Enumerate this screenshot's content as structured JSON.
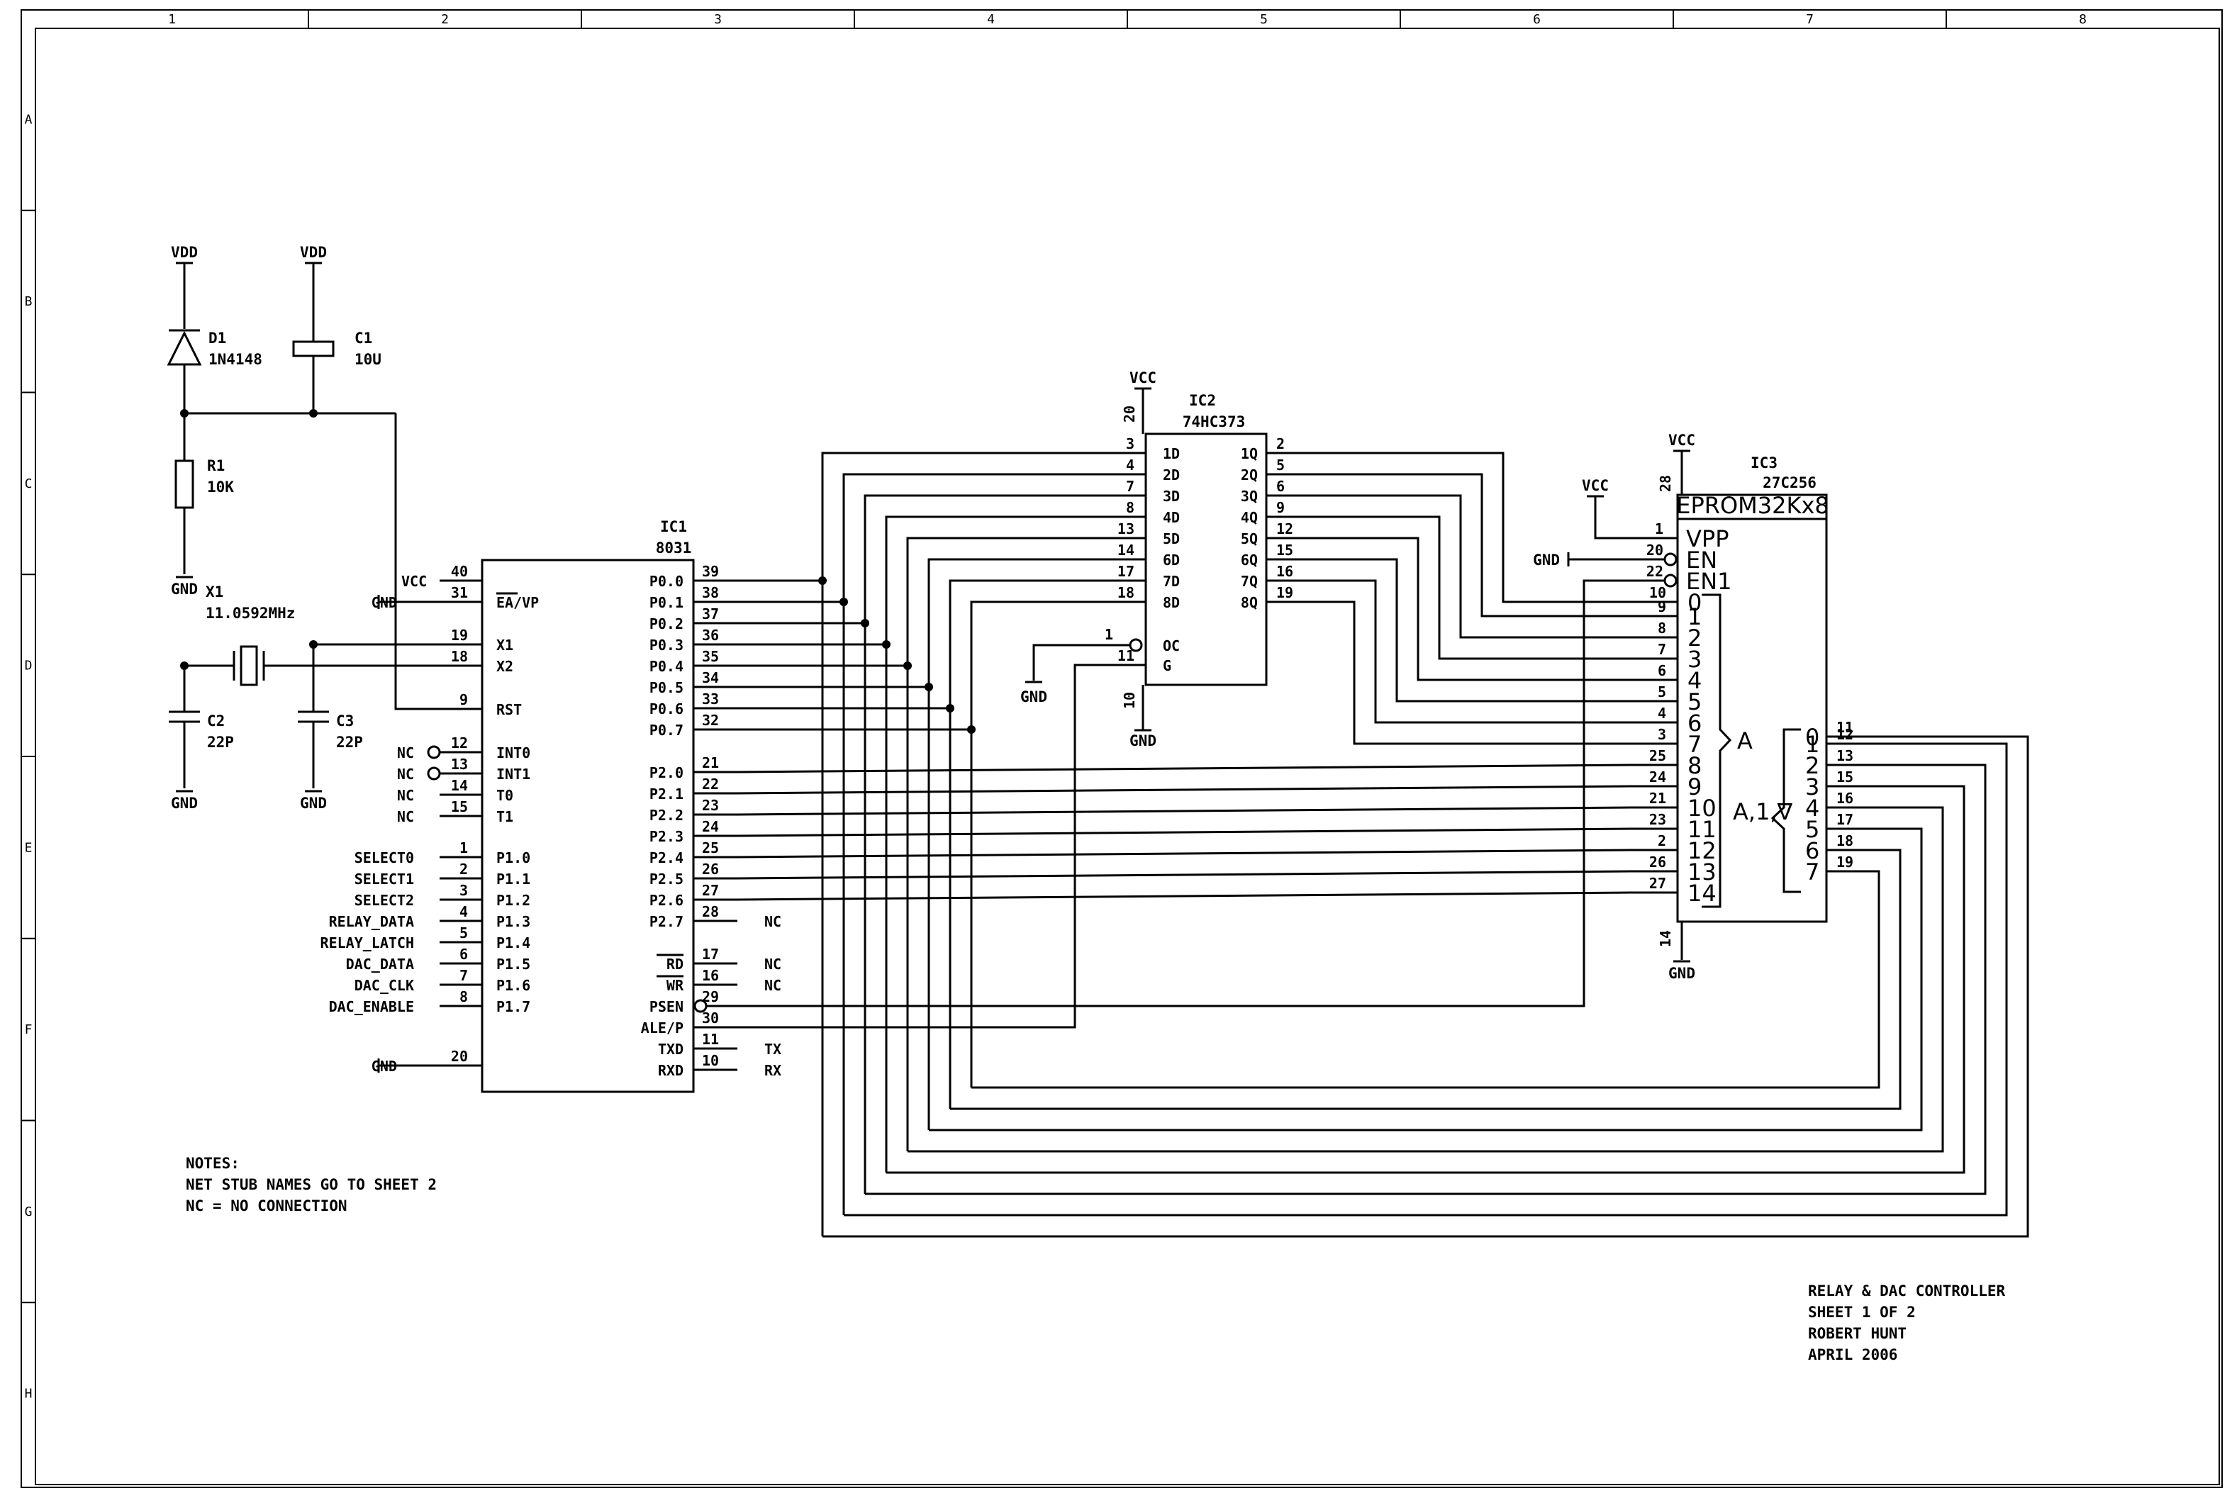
{
  "frame": {
    "columns": [
      "1",
      "2",
      "3",
      "4",
      "5",
      "6",
      "7",
      "8"
    ],
    "rows": [
      "A",
      "B",
      "C",
      "D",
      "E",
      "F",
      "G",
      "H"
    ]
  },
  "parts": {
    "d1": {
      "ref": "D1",
      "value": "1N4148",
      "supply": "VDD"
    },
    "c1": {
      "ref": "C1",
      "value": "10U",
      "supply": "VDD"
    },
    "r1": {
      "ref": "R1",
      "value": "10K",
      "ground": "GND"
    },
    "x1": {
      "ref": "X1",
      "value": "11.0592MHz"
    },
    "c2": {
      "ref": "C2",
      "value": "22P",
      "ground": "GND"
    },
    "c3": {
      "ref": "C3",
      "value": "22P",
      "ground": "GND"
    }
  },
  "ic1": {
    "ref": "IC1",
    "value": "8031",
    "left_pins": [
      {
        "num": "40",
        "name": "",
        "net": "VCC"
      },
      {
        "num": "31",
        "name": "EA/VP",
        "net": "GND"
      },
      {
        "num": "19",
        "name": "X1",
        "net": ""
      },
      {
        "num": "18",
        "name": "X2",
        "net": ""
      },
      {
        "num": "9",
        "name": "RST",
        "net": ""
      },
      {
        "num": "12",
        "name": "INT0",
        "net": "NC"
      },
      {
        "num": "13",
        "name": "INT1",
        "net": "NC"
      },
      {
        "num": "14",
        "name": "T0",
        "net": "NC"
      },
      {
        "num": "15",
        "name": "T1",
        "net": "NC"
      },
      {
        "num": "1",
        "name": "P1.0",
        "net": "SELECT0"
      },
      {
        "num": "2",
        "name": "P1.1",
        "net": "SELECT1"
      },
      {
        "num": "3",
        "name": "P1.2",
        "net": "SELECT2"
      },
      {
        "num": "4",
        "name": "P1.3",
        "net": "RELAY_DATA"
      },
      {
        "num": "5",
        "name": "P1.4",
        "net": "RELAY_LATCH"
      },
      {
        "num": "6",
        "name": "P1.5",
        "net": "DAC_DATA"
      },
      {
        "num": "7",
        "name": "P1.6",
        "net": "DAC_CLK"
      },
      {
        "num": "8",
        "name": "P1.7",
        "net": "DAC_ENABLE"
      },
      {
        "num": "20",
        "name": "",
        "net": "GND"
      }
    ],
    "right_pins": [
      {
        "num": "39",
        "name": "P0.0"
      },
      {
        "num": "38",
        "name": "P0.1"
      },
      {
        "num": "37",
        "name": "P0.2"
      },
      {
        "num": "36",
        "name": "P0.3"
      },
      {
        "num": "35",
        "name": "P0.4"
      },
      {
        "num": "34",
        "name": "P0.5"
      },
      {
        "num": "33",
        "name": "P0.6"
      },
      {
        "num": "32",
        "name": "P0.7"
      },
      {
        "num": "21",
        "name": "P2.0"
      },
      {
        "num": "22",
        "name": "P2.1"
      },
      {
        "num": "23",
        "name": "P2.2"
      },
      {
        "num": "24",
        "name": "P2.3"
      },
      {
        "num": "25",
        "name": "P2.4"
      },
      {
        "num": "26",
        "name": "P2.5"
      },
      {
        "num": "27",
        "name": "P2.6"
      },
      {
        "num": "28",
        "name": "P2.7",
        "net": "NC"
      },
      {
        "num": "17",
        "name": "RD",
        "net": "NC"
      },
      {
        "num": "16",
        "name": "WR",
        "net": "NC"
      },
      {
        "num": "29",
        "name": "PSEN"
      },
      {
        "num": "30",
        "name": "ALE/P"
      },
      {
        "num": "11",
        "name": "TXD",
        "net": "TX"
      },
      {
        "num": "10",
        "name": "RXD",
        "net": "RX"
      }
    ]
  },
  "ic2": {
    "ref": "IC2",
    "value": "74HC373",
    "supply": "VCC",
    "ground": "GND",
    "vcc_pin": "20",
    "gnd_pin": "10",
    "d_pins": [
      {
        "num": "3",
        "name": "1D"
      },
      {
        "num": "4",
        "name": "2D"
      },
      {
        "num": "7",
        "name": "3D"
      },
      {
        "num": "8",
        "name": "4D"
      },
      {
        "num": "13",
        "name": "5D"
      },
      {
        "num": "14",
        "name": "6D"
      },
      {
        "num": "17",
        "name": "7D"
      },
      {
        "num": "18",
        "name": "8D"
      }
    ],
    "q_pins": [
      {
        "num": "2",
        "name": "1Q"
      },
      {
        "num": "5",
        "name": "2Q"
      },
      {
        "num": "6",
        "name": "3Q"
      },
      {
        "num": "9",
        "name": "4Q"
      },
      {
        "num": "12",
        "name": "5Q"
      },
      {
        "num": "15",
        "name": "6Q"
      },
      {
        "num": "16",
        "name": "7Q"
      },
      {
        "num": "19",
        "name": "8Q"
      }
    ],
    "oc": {
      "num": "1",
      "name": "OC",
      "net": "GND"
    },
    "g": {
      "num": "11",
      "name": "G"
    }
  },
  "ic3": {
    "ref": "IC3",
    "value": "27C256",
    "header": "EPROM32Kx8",
    "supply": "VCC",
    "ground": "GND",
    "vcc_pin": "28",
    "gnd_pin": "14",
    "ctrl_pins": [
      {
        "num": "1",
        "name": "VPP",
        "net": "VCC"
      },
      {
        "num": "20",
        "name": "EN",
        "net": "GND"
      },
      {
        "num": "22",
        "name": "EN1",
        "net": ""
      }
    ],
    "addr_pins": [
      {
        "num": "10",
        "name": "0"
      },
      {
        "num": "9",
        "name": "1"
      },
      {
        "num": "8",
        "name": "2"
      },
      {
        "num": "7",
        "name": "3"
      },
      {
        "num": "6",
        "name": "4"
      },
      {
        "num": "5",
        "name": "5"
      },
      {
        "num": "4",
        "name": "6"
      },
      {
        "num": "3",
        "name": "7"
      },
      {
        "num": "25",
        "name": "8"
      },
      {
        "num": "24",
        "name": "9"
      },
      {
        "num": "21",
        "name": "10"
      },
      {
        "num": "23",
        "name": "11"
      },
      {
        "num": "2",
        "name": "12"
      },
      {
        "num": "26",
        "name": "13"
      },
      {
        "num": "27",
        "name": "14"
      }
    ],
    "addr_group_label": "A",
    "data_group_label": "A,1,∇",
    "data_pins": [
      {
        "num": "11",
        "name": "0"
      },
      {
        "num": "12",
        "name": "1"
      },
      {
        "num": "13",
        "name": "2"
      },
      {
        "num": "15",
        "name": "3"
      },
      {
        "num": "16",
        "name": "4"
      },
      {
        "num": "17",
        "name": "5"
      },
      {
        "num": "18",
        "name": "6"
      },
      {
        "num": "19",
        "name": "7"
      }
    ]
  },
  "notes": [
    "NOTES:",
    "NET STUB NAMES GO TO SHEET 2",
    "NC = NO CONNECTION"
  ],
  "title_block": [
    "RELAY & DAC CONTROLLER",
    "SHEET 1 OF 2",
    "ROBERT HUNT",
    "APRIL 2006"
  ],
  "palette": {
    "ink": "#000000",
    "paper": "#ffffff"
  }
}
